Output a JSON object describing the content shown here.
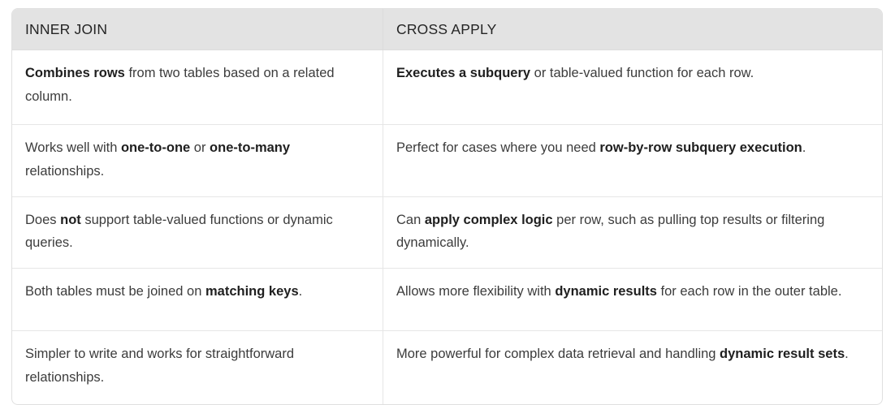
{
  "table": {
    "columns": [
      {
        "id": "inner-join",
        "header": "INNER JOIN"
      },
      {
        "id": "cross-apply",
        "header": "CROSS APPLY"
      }
    ],
    "rows": [
      {
        "left": {
          "text": "Combines rows from two tables based on a related column.",
          "runs": [
            {
              "t": "Combines rows",
              "b": true
            },
            {
              "t": " from two tables based on a related column.",
              "b": false
            }
          ]
        },
        "right": {
          "text": "Executes a subquery or table-valued function for each row.",
          "runs": [
            {
              "t": "Executes a subquery",
              "b": true
            },
            {
              "t": " or table-valued function for each row.",
              "b": false
            }
          ]
        }
      },
      {
        "left": {
          "text": "Works well with one-to-one or one-to-many relationships.",
          "runs": [
            {
              "t": "Works well with ",
              "b": false
            },
            {
              "t": "one-to-one",
              "b": true
            },
            {
              "t": " or ",
              "b": false
            },
            {
              "t": "one-to-many",
              "b": true
            },
            {
              "t": " relationships.",
              "b": false
            }
          ]
        },
        "right": {
          "text": "Perfect for cases where you need row-by-row subquery execution.",
          "runs": [
            {
              "t": "Perfect for cases where you need ",
              "b": false
            },
            {
              "t": "row-by-row subquery execution",
              "b": true
            },
            {
              "t": ".",
              "b": false
            }
          ]
        }
      },
      {
        "left": {
          "text": "Does not support table-valued functions or dynamic queries.",
          "runs": [
            {
              "t": "Does ",
              "b": false
            },
            {
              "t": "not",
              "b": true
            },
            {
              "t": " support table-valued functions or dynamic queries.",
              "b": false
            }
          ]
        },
        "right": {
          "text": "Can apply complex logic per row, such as pulling top results or filtering dynamically.",
          "runs": [
            {
              "t": "Can ",
              "b": false
            },
            {
              "t": "apply complex logic",
              "b": true
            },
            {
              "t": " per row, such as pulling top results or filtering dynamically.",
              "b": false
            }
          ]
        }
      },
      {
        "left": {
          "text": "Both tables must be joined on matching keys.",
          "runs": [
            {
              "t": "Both tables must be joined on ",
              "b": false
            },
            {
              "t": "matching keys",
              "b": true
            },
            {
              "t": ".",
              "b": false
            }
          ]
        },
        "right": {
          "text": "Allows more flexibility with dynamic results for each row in the outer table.",
          "runs": [
            {
              "t": "Allows more flexibility with ",
              "b": false
            },
            {
              "t": "dynamic results",
              "b": true
            },
            {
              "t": " for each row in the outer table.",
              "b": false
            }
          ]
        }
      },
      {
        "left": {
          "text": "Simpler to write and works for straightforward relationships.",
          "runs": [
            {
              "t": "Simpler to write and works for straightforward relationships.",
              "b": false
            }
          ]
        },
        "right": {
          "text": "More powerful for complex data retrieval and handling dynamic result sets.",
          "runs": [
            {
              "t": "More powerful for complex data retrieval and handling ",
              "b": false
            },
            {
              "t": "dynamic result sets",
              "b": true
            },
            {
              "t": ".",
              "b": false
            }
          ]
        }
      }
    ]
  },
  "colors": {
    "header_background": "#e3e3e3",
    "header_text": "#242424",
    "body_text": "#3c3c3c",
    "bold_text": "#1f1f1f",
    "border": "#e0e0e0",
    "row_divider": "#e6e6e6",
    "page_background": "#ffffff"
  }
}
